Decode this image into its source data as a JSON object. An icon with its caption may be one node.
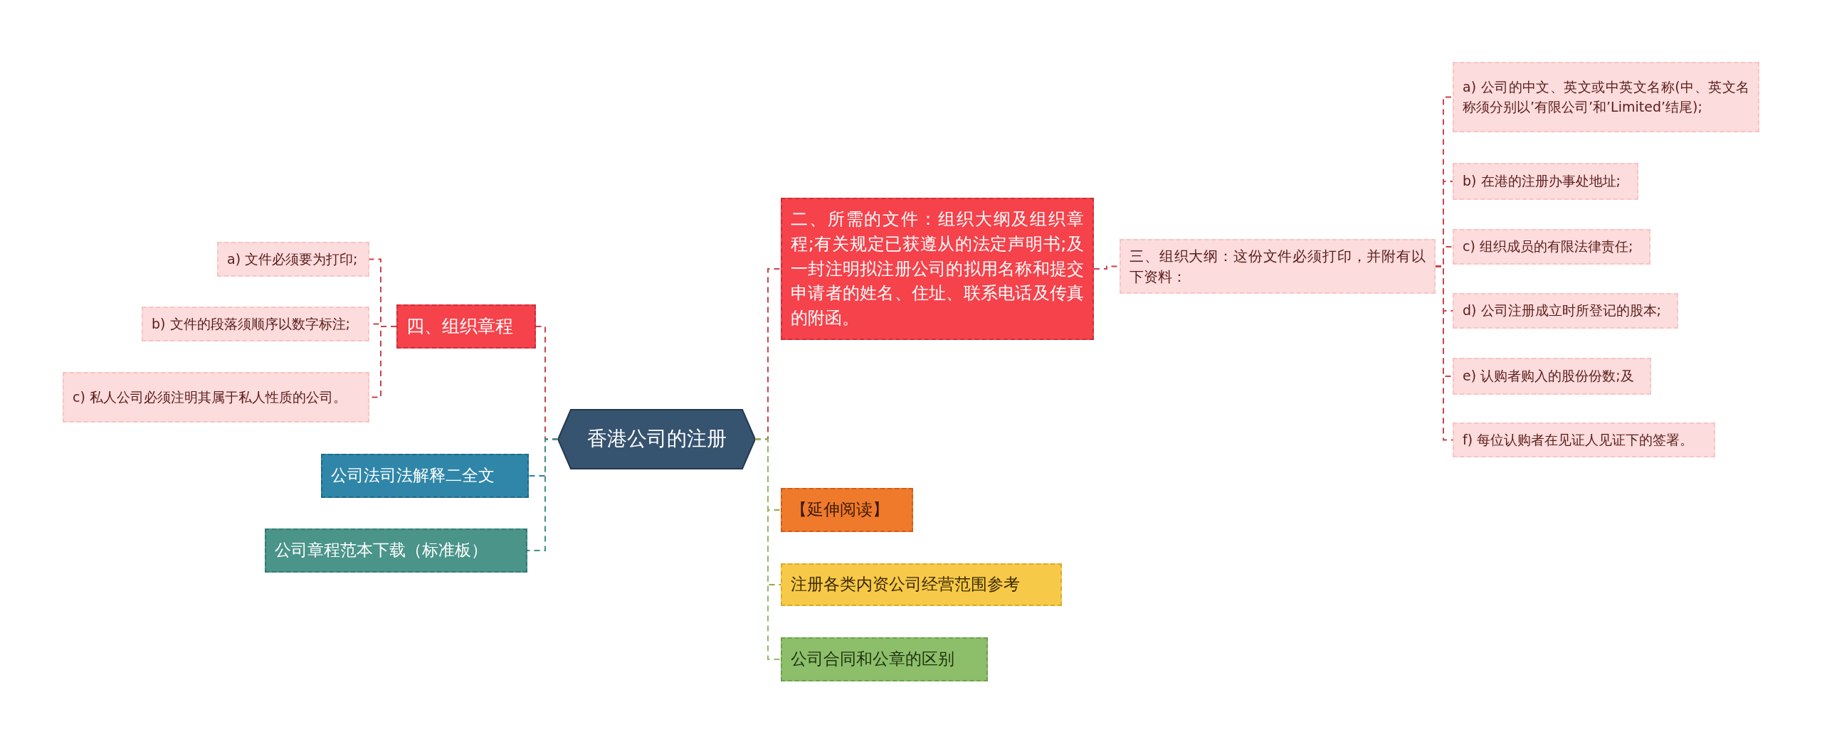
{
  "diagram": {
    "nodes": [
      {
        "text": [
          "香港公司的注册"
        ]
      },
      {
        "text": [
          "四、组织章程"
        ]
      },
      {
        "text": [
          "a) 文件必须要为打印;"
        ]
      },
      {
        "text": [
          "b) 文件的段落须顺序以数字标注;"
        ]
      },
      {
        "text": [
          "c) 私人公司必须注明其属于私人性质的公司。"
        ]
      },
      {
        "text": [
          "公司法司法解释二全文"
        ]
      },
      {
        "text": [
          "公司章程范本下载（标准板）"
        ]
      },
      {
        "text": [
          "二、所需的文件：组织大纲及组织章程;有关规定已获遵从的法定声明书;及一封注明拟注册公司的拟用名称和提交申请者的姓名、住址、联系电话及传真的附函。"
        ]
      },
      {
        "text": [
          "三、组织大纲：这份文件必须打印，并附有以下资料："
        ]
      },
      {
        "text": [
          "a) 公司的中文、英文或中英文名称(中、英文名称须分别以’有限公司’和’Limited’结尾);"
        ]
      },
      {
        "text": [
          "b) 在港的注册办事处地址;"
        ]
      },
      {
        "text": [
          "c) 组织成员的有限法律责任;"
        ]
      },
      {
        "text": [
          "d) 公司注册成立时所登记的股本;"
        ]
      },
      {
        "text": [
          "e) 认购者购入的股份份数;及"
        ]
      },
      {
        "text": [
          "f) 每位认购者在见证人见证下的签署。"
        ]
      },
      {
        "text": [
          "【延伸阅读】"
        ]
      },
      {
        "text": [
          "注册各类内资公司经营范围参考"
        ]
      },
      {
        "text": [
          "公司合同和公章的区别"
        ]
      }
    ],
    "edges": [
      {
        "from": 0,
        "to": 1,
        "arrow": "none",
        "style": "dashed"
      },
      {
        "from": 1,
        "to": 2,
        "arrow": "none",
        "style": "dashed"
      },
      {
        "from": 1,
        "to": 3,
        "arrow": "none",
        "style": "dashed"
      },
      {
        "from": 1,
        "to": 4,
        "arrow": "none",
        "style": "dashed"
      },
      {
        "from": 0,
        "to": 5,
        "arrow": "none",
        "style": "dashed",
        "color": "#2e7ea6"
      },
      {
        "from": 0,
        "to": 6,
        "arrow": "none",
        "style": "dashed",
        "color": "#3f8f85"
      },
      {
        "from": 0,
        "to": 7,
        "arrow": "none",
        "style": "dashed"
      },
      {
        "from": 7,
        "to": 8,
        "arrow": "none",
        "style": "dashed"
      },
      {
        "from": 8,
        "to": 9,
        "arrow": "none",
        "style": "dashed"
      },
      {
        "from": 8,
        "to": 10,
        "arrow": "none",
        "style": "dashed"
      },
      {
        "from": 8,
        "to": 11,
        "arrow": "none",
        "style": "dashed"
      },
      {
        "from": 8,
        "to": 12,
        "arrow": "none",
        "style": "dashed"
      },
      {
        "from": 8,
        "to": 13,
        "arrow": "none",
        "style": "dashed"
      },
      {
        "from": 8,
        "to": 14,
        "arrow": "none",
        "style": "dashed"
      },
      {
        "from": 0,
        "to": 15,
        "arrow": "none",
        "style": "dashed",
        "color": "#9aa63a"
      },
      {
        "from": 0,
        "to": 16,
        "arrow": "none",
        "style": "dashed",
        "color": "#9aa63a"
      },
      {
        "from": 0,
        "to": 17,
        "arrow": "none",
        "style": "dashed",
        "color": "#8fb96a"
      }
    ]
  }
}
